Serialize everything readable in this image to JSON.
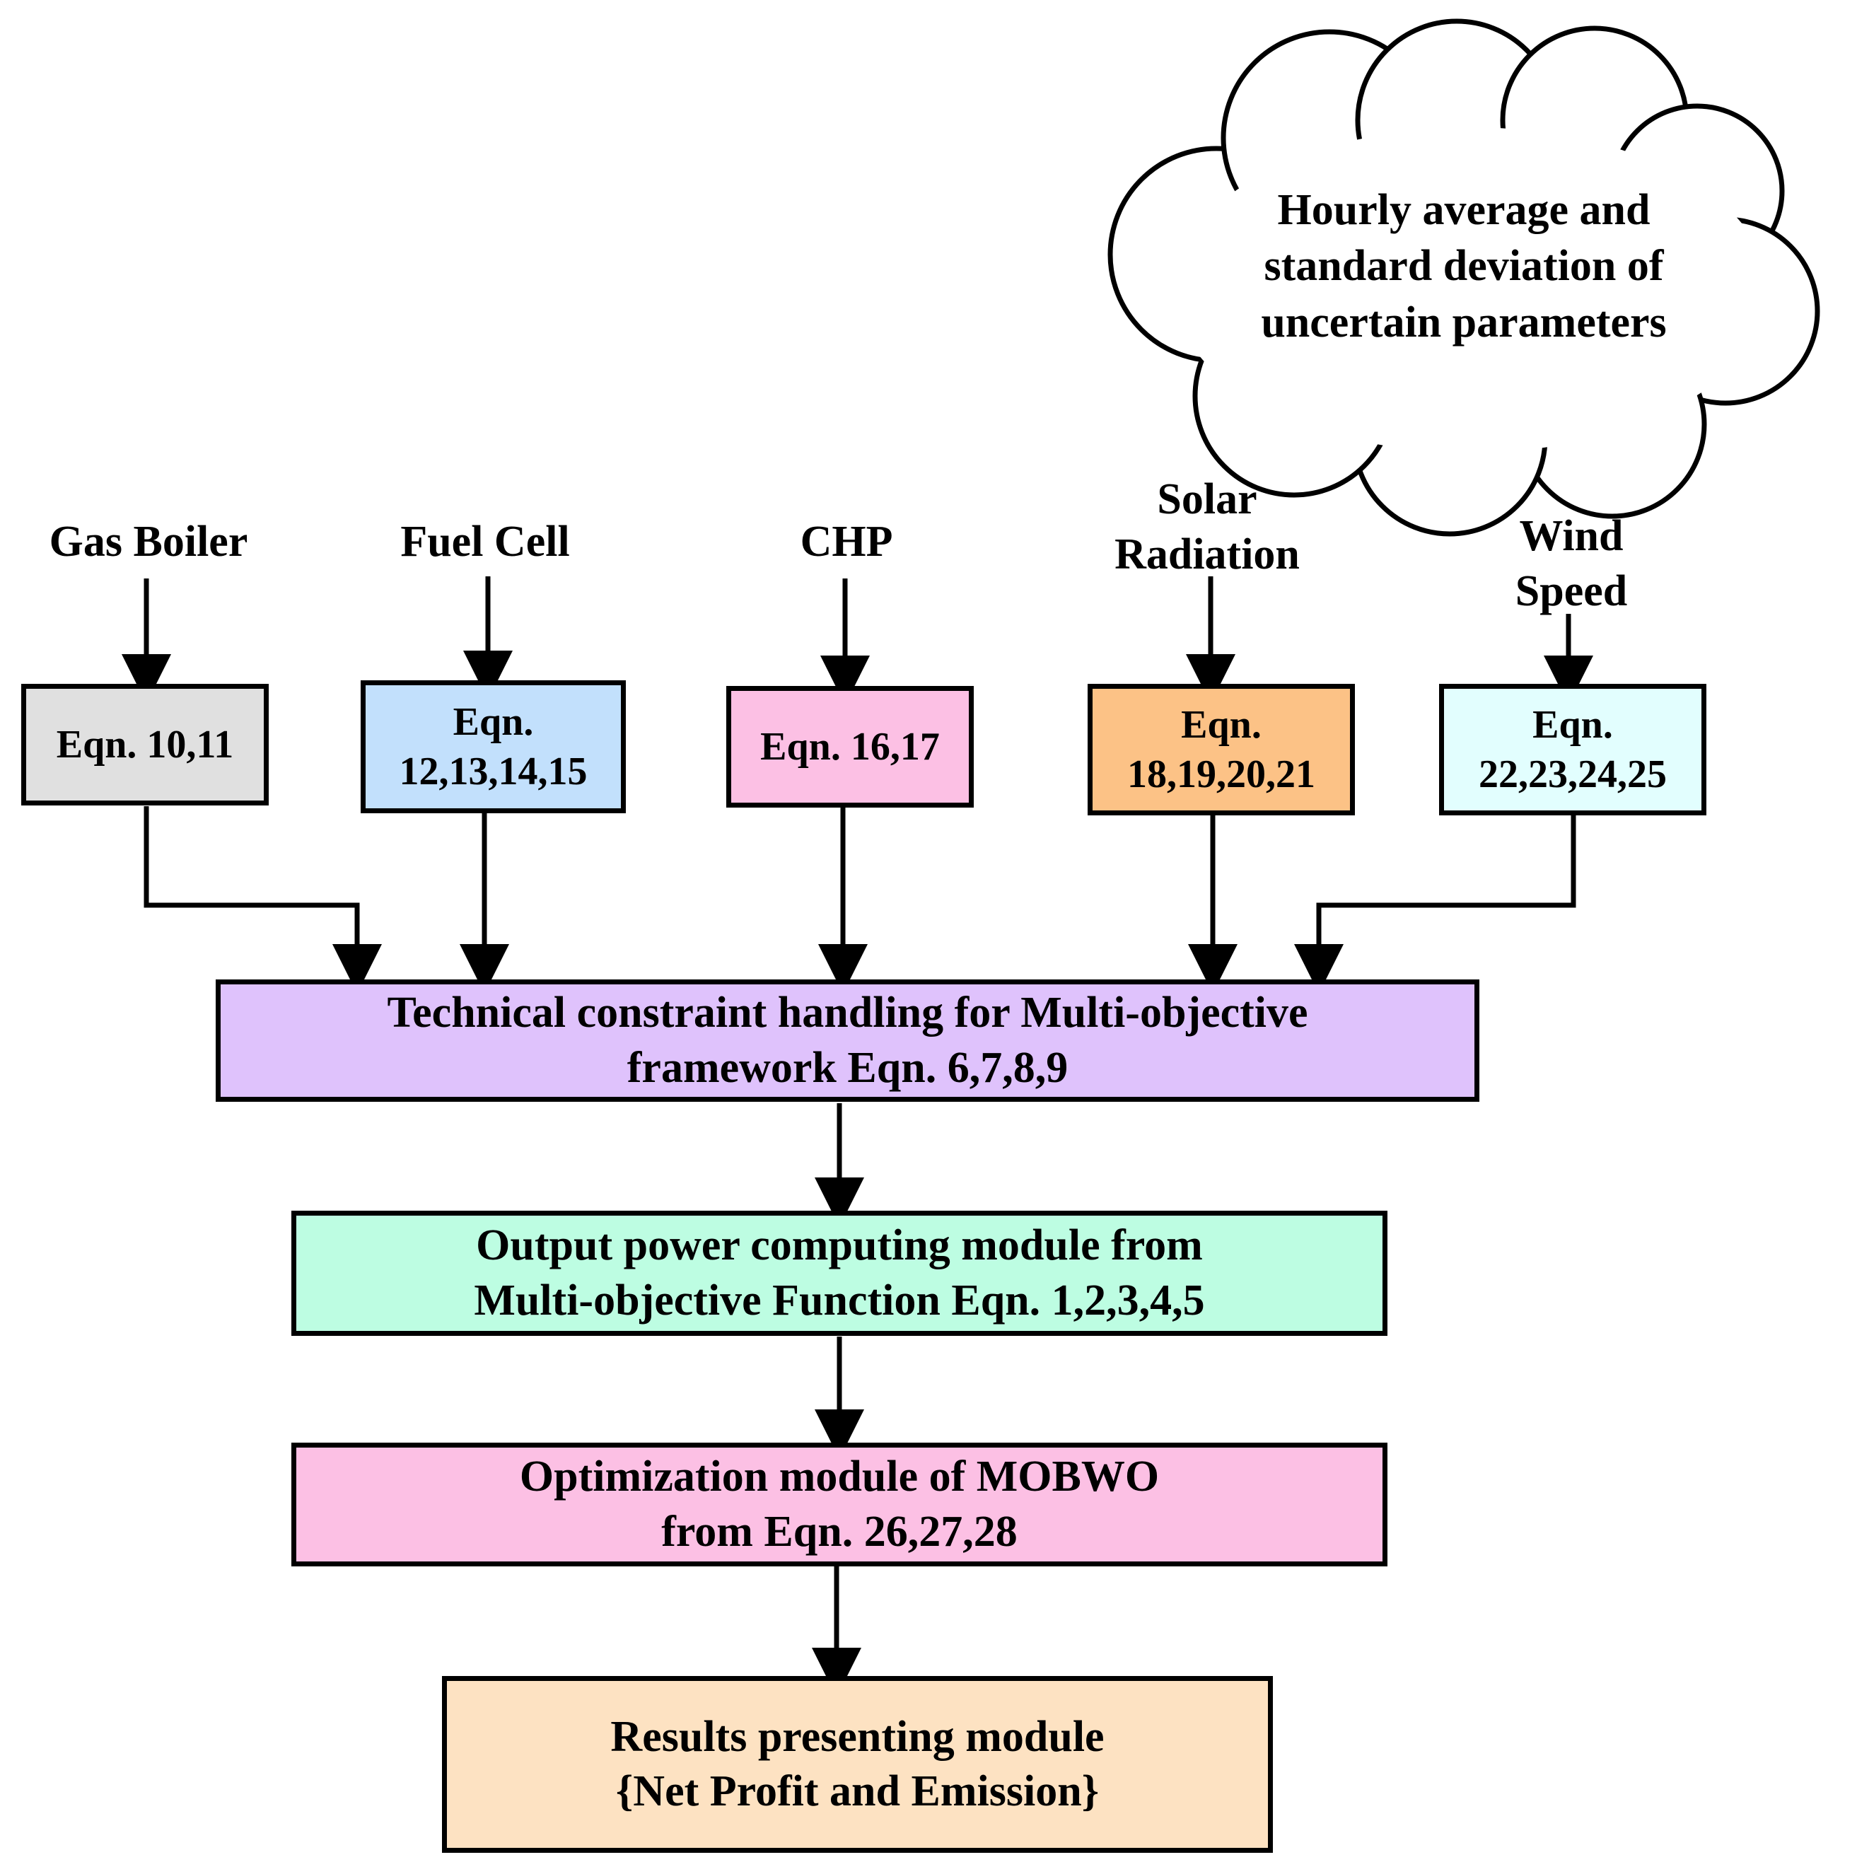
{
  "cloud": {
    "line1": "Hourly average and",
    "line2": "standard deviation of",
    "line3": "uncertain parameters"
  },
  "inputs": {
    "gas_boiler": "Gas Boiler",
    "fuel_cell": "Fuel Cell",
    "chp": "CHP",
    "solar_line1": "Solar",
    "solar_line2": "Radiation",
    "wind_line1": "Wind",
    "wind_line2": "Speed"
  },
  "equations": {
    "gas_boiler": "Eqn. 10,11",
    "fuel_cell_line1": "Eqn.",
    "fuel_cell_line2": "12,13,14,15",
    "chp": "Eqn. 16,17",
    "solar_line1": "Eqn.",
    "solar_line2": "18,19,20,21",
    "wind_line1": "Eqn.",
    "wind_line2": "22,23,24,25"
  },
  "colors": {
    "gas_boiler": "#e0e0e0",
    "fuel_cell": "#c2e0fc",
    "chp": "#fcc0e4",
    "solar": "#fcc286",
    "wind": "#e2fefe",
    "constraint": "#dfc2fc",
    "output": "#bdfde2",
    "optimization": "#fcc0e4",
    "results": "#fde2c2"
  },
  "modules": {
    "constraint_line1": "Technical constraint handling for Multi-objective",
    "constraint_line2": "framework Eqn. 6,7,8,9",
    "output_line1": "Output power computing module from",
    "output_line2": "Multi-objective Function Eqn. 1,2,3,4,5",
    "optimization_line1": "Optimization module of MOBWO",
    "optimization_line2": "from Eqn. 26,27,28",
    "results_line1": "Results presenting module",
    "results_line2": "{Net Profit and Emission}"
  }
}
